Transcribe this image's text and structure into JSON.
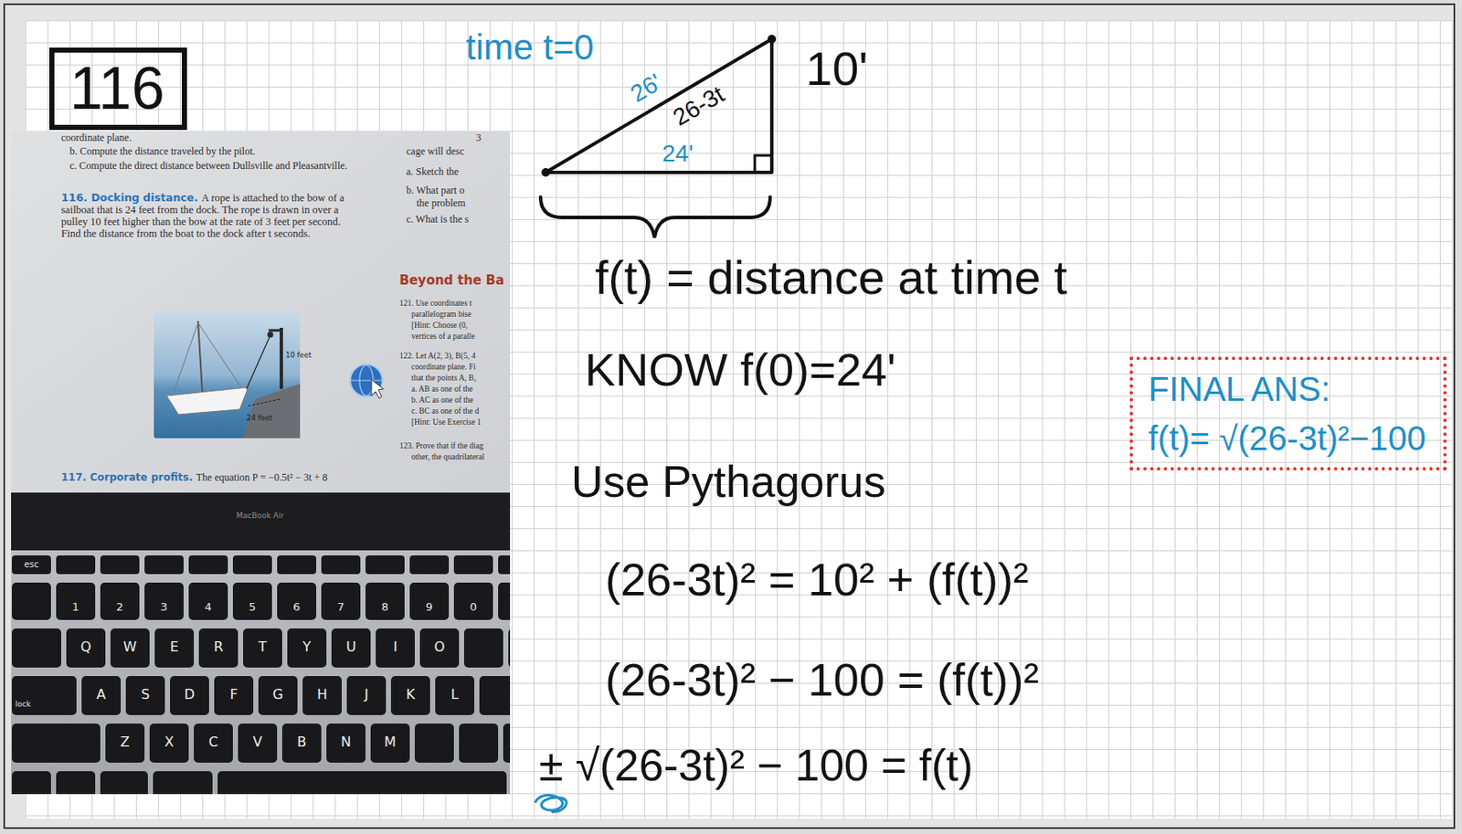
{
  "diagram": {
    "nodes": [
      {
        "text": [
          "116"
        ]
      },
      {
        "text": [
          "FINAL ANS:",
          "f(t)= √(26-3t)²−100"
        ]
      }
    ],
    "labels": [
      "time t=0",
      "26'",
      "26-3t",
      "24'",
      "10'",
      "f(t) = distance at time t",
      "KNOW f(0)=24'",
      "Use Pythagorus",
      "(26-3t)² = 10² + (f(t))²",
      "(26-3t)² − 100 = (f(t))²",
      "± √(26-3t)² − 100 = f(t)",
      "coordinate plane.",
      "b. Compute the distance traveled by the pilot.",
      "c. Compute the direct distance between Dullsville and Pleasantville.",
      "116. Docking distance.",
      "A rope is attached to the bow of a sailboat that is 24 feet from the dock. The rope is drawn in over a pulley 10 feet higher than the bow at the rate of 3 feet per second. Find the distance from the boat to the dock after t seconds.",
      "10 feet",
      "24 feet",
      "117. Corporate profits.",
      "The equation P = −0.5t² − 3t + 8",
      "3",
      "cage will desc",
      "a. Sketch the",
      "b. What part o",
      "the problem",
      "c. What is the s",
      "Beyond the Ba",
      "121. Use coordinates t",
      "parallelogram bise",
      "[Hint: Choose (0,",
      "vertices of a paralle",
      "122. Let A(2, 3), B(5, 4",
      "coordinate plane. Fi",
      "that the points A, B,",
      "a. AB as one of the",
      "b. AC as one of the",
      "c. BC as one of the d",
      "[Hint: Use Exercise 1",
      "123. Prove that if the diag",
      "other, the quadrilateral",
      "MacBook Air",
      "esc",
      "1",
      "2",
      "3",
      "4",
      "5",
      "6",
      "7",
      "8",
      "9",
      "0",
      "Q",
      "W",
      "E",
      "R",
      "T",
      "Y",
      "U",
      "I",
      "O",
      "lock",
      "A",
      "S",
      "D",
      "F",
      "G",
      "H",
      "J",
      "K",
      "L",
      "Z",
      "X",
      "C",
      "V",
      "B",
      "N",
      "M"
    ]
  }
}
